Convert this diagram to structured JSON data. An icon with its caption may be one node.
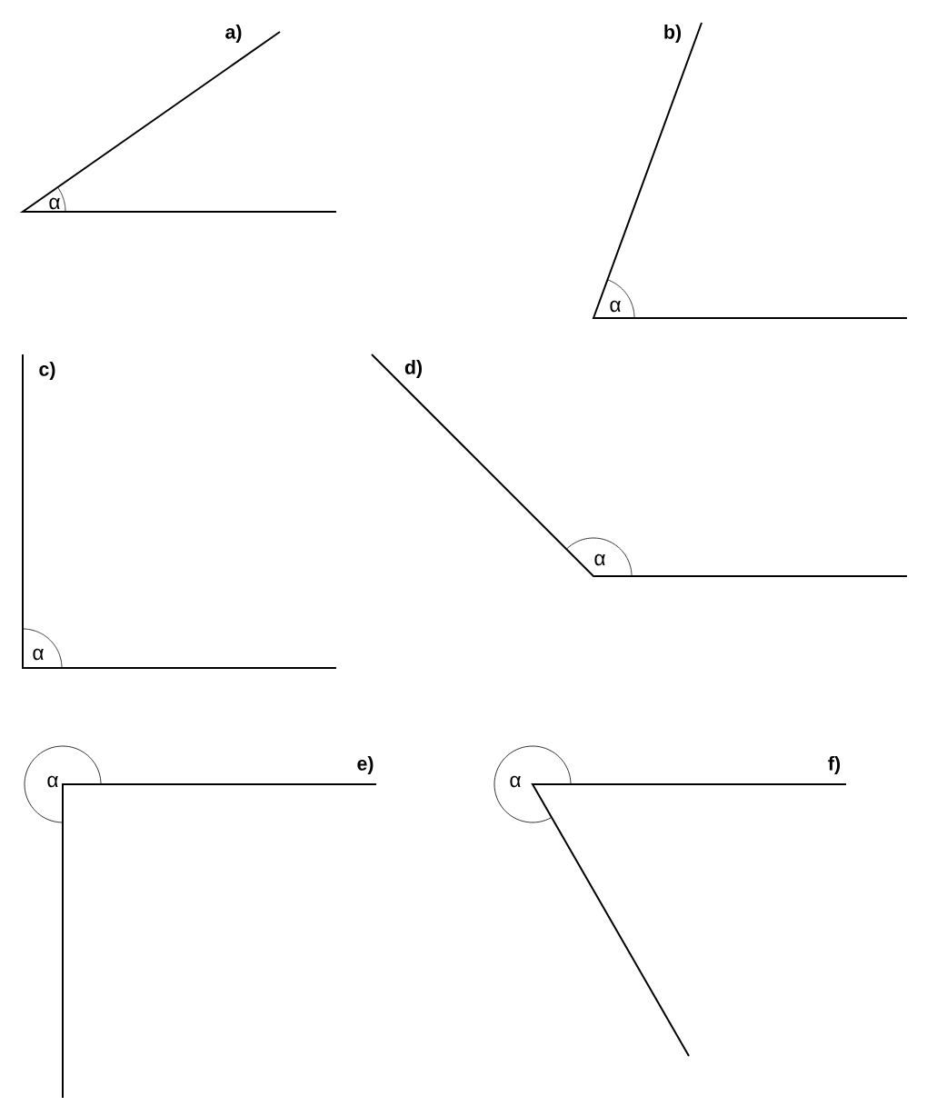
{
  "diagram": {
    "labels": [
      "a)",
      "α",
      "b)",
      "α",
      "c)",
      "α",
      "d)",
      "α",
      "e)",
      "α",
      "f)",
      "α"
    ]
  }
}
